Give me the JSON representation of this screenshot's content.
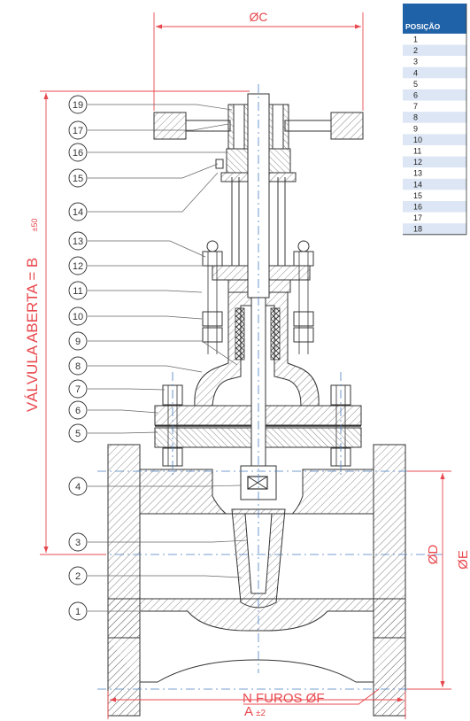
{
  "colors": {
    "dimension": "#e8474d",
    "outline": "#333333",
    "hatch": "#555555",
    "table_header": "#1f62a8",
    "table_band": "#dce6f4",
    "centerline": "#4a7fc1"
  },
  "dimensions": {
    "top": "ØC",
    "vertical": "VÁLVULA ABERTA = B",
    "vertical_tol": "±50",
    "bottom": "A",
    "bottom_tol": "±2",
    "right_d": "ØD",
    "right_e": "ØE",
    "holes": "N FUROS ØF"
  },
  "callouts": [
    "19",
    "17",
    "16",
    "15",
    "14",
    "13",
    "12",
    "11",
    "10",
    "9",
    "8",
    "7",
    "6",
    "5",
    "4",
    "3",
    "2",
    "1"
  ],
  "table": {
    "header": "POSIÇÃO",
    "rows": [
      "1",
      "2",
      "3",
      "4",
      "5",
      "6",
      "7",
      "8",
      "9",
      "10",
      "11",
      "12",
      "13",
      "14",
      "15",
      "16",
      "17",
      "18"
    ]
  }
}
